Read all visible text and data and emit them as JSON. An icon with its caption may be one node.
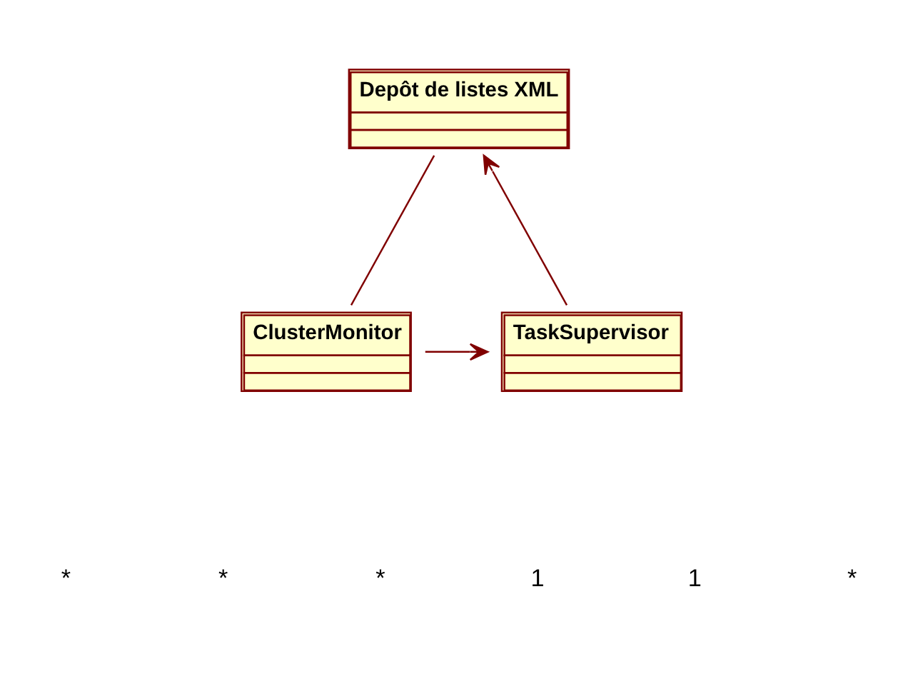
{
  "diagram": {
    "nodes": [
      {
        "text": [
          "Depôt de listes XML"
        ]
      },
      {
        "text": [
          "ClusterMonitor"
        ]
      },
      {
        "text": [
          "TaskSupervisor"
        ]
      }
    ],
    "edges": [
      {
        "from": 1,
        "to": 0,
        "arrow": "none"
      },
      {
        "from": 2,
        "to": 0,
        "arrow": "to"
      },
      {
        "from": 1,
        "to": 2,
        "arrow": "to"
      }
    ],
    "labels": [
      "*",
      "*",
      "*",
      "1",
      "1",
      "*"
    ]
  }
}
